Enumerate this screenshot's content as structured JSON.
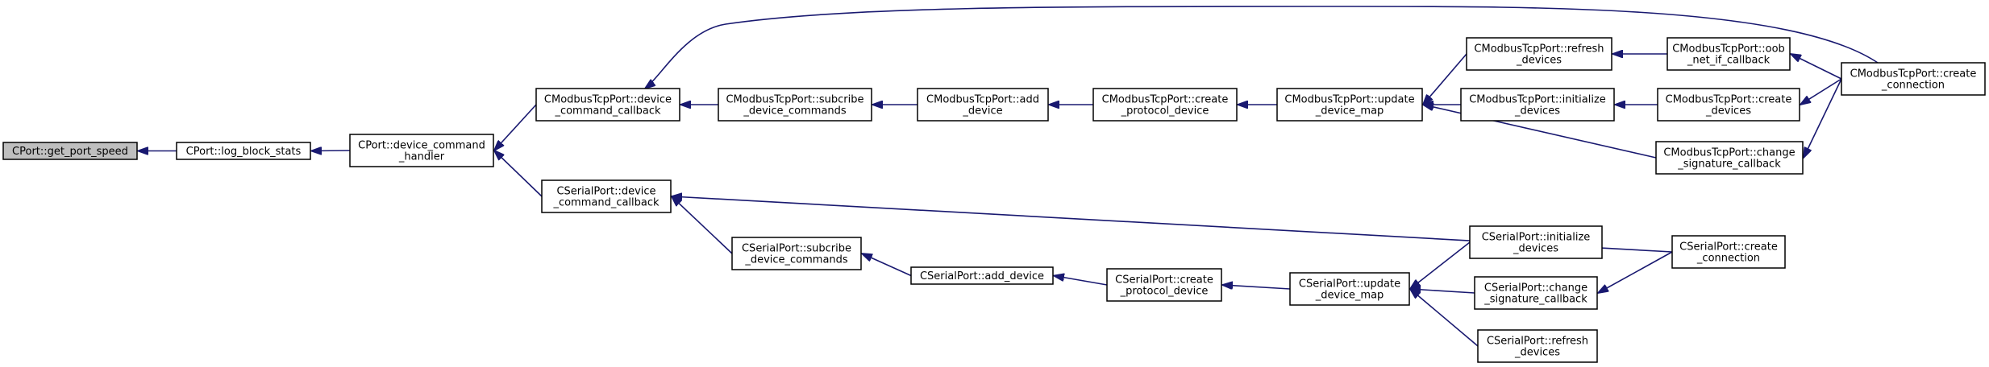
{
  "graph": {
    "nodes": [
      {
        "id": "n1",
        "lines": [
          "CPort::get_port_speed"
        ],
        "highlight": true
      },
      {
        "id": "n2",
        "lines": [
          "CPort::log_block_stats"
        ]
      },
      {
        "id": "n3",
        "lines": [
          "CPort::device_command",
          "_handler"
        ]
      },
      {
        "id": "n4",
        "lines": [
          "CModbusTcpPort::device",
          "_command_callback"
        ]
      },
      {
        "id": "n5",
        "lines": [
          "CSerialPort::device",
          "_command_callback"
        ]
      },
      {
        "id": "n6",
        "lines": [
          "CModbusTcpPort::subcribe",
          "_device_commands"
        ]
      },
      {
        "id": "n7",
        "lines": [
          "CModbusTcpPort::add",
          "_device"
        ]
      },
      {
        "id": "n8",
        "lines": [
          "CModbusTcpPort::create",
          "_protocol_device"
        ]
      },
      {
        "id": "n9",
        "lines": [
          "CModbusTcpPort::update",
          "_device_map"
        ]
      },
      {
        "id": "n10",
        "lines": [
          "CModbusTcpPort::refresh",
          "_devices"
        ]
      },
      {
        "id": "n11",
        "lines": [
          "CModbusTcpPort::initialize",
          "_devices"
        ]
      },
      {
        "id": "n12",
        "lines": [
          "CModbusTcpPort::change",
          "_signature_callback"
        ]
      },
      {
        "id": "n13",
        "lines": [
          "CModbusTcpPort::oob",
          "_net_if_callback"
        ]
      },
      {
        "id": "n14",
        "lines": [
          "CModbusTcpPort::create",
          "_devices"
        ]
      },
      {
        "id": "n15",
        "lines": [
          "CModbusTcpPort::create",
          "_connection"
        ]
      },
      {
        "id": "n16",
        "lines": [
          "CSerialPort::subcribe",
          "_device_commands"
        ]
      },
      {
        "id": "n17",
        "lines": [
          "CSerialPort::add_device"
        ]
      },
      {
        "id": "n18",
        "lines": [
          "CSerialPort::create",
          "_protocol_device"
        ]
      },
      {
        "id": "n19",
        "lines": [
          "CSerialPort::update",
          "_device_map"
        ]
      },
      {
        "id": "n20",
        "lines": [
          "CSerialPort::initialize",
          "_devices"
        ]
      },
      {
        "id": "n21",
        "lines": [
          "CSerialPort::change",
          "_signature_callback"
        ]
      },
      {
        "id": "n22",
        "lines": [
          "CSerialPort::refresh",
          "_devices"
        ]
      },
      {
        "id": "n23",
        "lines": [
          "CSerialPort::create",
          "_connection"
        ]
      }
    ],
    "edges": [
      {
        "from": "n2",
        "to": "n1"
      },
      {
        "from": "n3",
        "to": "n2"
      },
      {
        "from": "n4",
        "to": "n3"
      },
      {
        "from": "n5",
        "to": "n3"
      },
      {
        "from": "n6",
        "to": "n4"
      },
      {
        "from": "n15",
        "to": "n4"
      },
      {
        "from": "n7",
        "to": "n6"
      },
      {
        "from": "n8",
        "to": "n7"
      },
      {
        "from": "n9",
        "to": "n8"
      },
      {
        "from": "n10",
        "to": "n9"
      },
      {
        "from": "n11",
        "to": "n9"
      },
      {
        "from": "n12",
        "to": "n9"
      },
      {
        "from": "n13",
        "to": "n10"
      },
      {
        "from": "n14",
        "to": "n11"
      },
      {
        "from": "n15",
        "to": "n12"
      },
      {
        "from": "n15",
        "to": "n13"
      },
      {
        "from": "n15",
        "to": "n14"
      },
      {
        "from": "n16",
        "to": "n5"
      },
      {
        "from": "n23",
        "to": "n5"
      },
      {
        "from": "n17",
        "to": "n16"
      },
      {
        "from": "n18",
        "to": "n17"
      },
      {
        "from": "n19",
        "to": "n18"
      },
      {
        "from": "n20",
        "to": "n19"
      },
      {
        "from": "n21",
        "to": "n19"
      },
      {
        "from": "n22",
        "to": "n19"
      },
      {
        "from": "n23",
        "to": "n21"
      }
    ]
  },
  "colors": {
    "edge": "#191970",
    "root_fill": "#bfbfbf",
    "node_fill": "#ffffff",
    "node_border": "#000000"
  }
}
